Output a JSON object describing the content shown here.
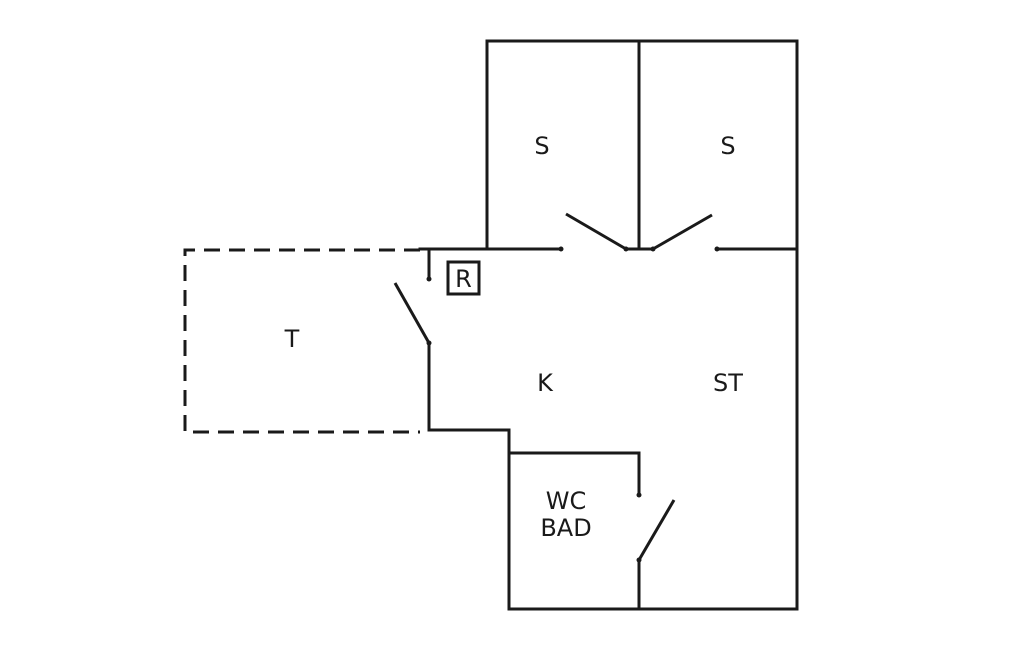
{
  "rooms": {
    "bedroom_left": "S",
    "bedroom_right": "S",
    "terrace": "T",
    "kitchen": "K",
    "living_room": "ST",
    "bathroom_line1": "WC",
    "bathroom_line2": "BAD",
    "marker": "R"
  },
  "colors": {
    "line": "#1a1a1a",
    "background": "#ffffff"
  }
}
